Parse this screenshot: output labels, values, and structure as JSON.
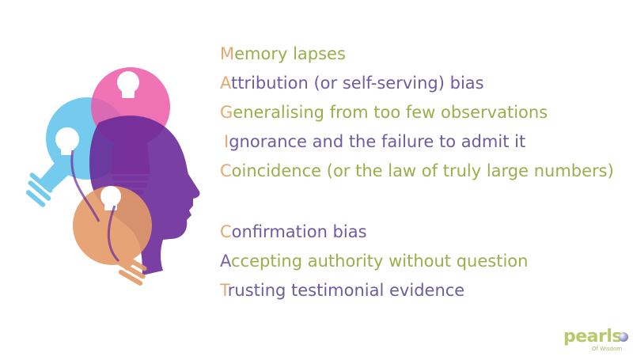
{
  "colors": {
    "initial_orange": "#e7a870",
    "initial_purple": "#7a62a8",
    "text_green": "#9aae4c",
    "text_purple": "#6e5ca0",
    "bulb_pink": "#ec5aa8",
    "bulb_blue": "#5ec3ea",
    "bulb_orange": "#e39a68",
    "head_purple": "#6a2a98",
    "logo_green": "#b8c86a",
    "logo_dot": "#8e8ec8"
  },
  "list": {
    "group1": [
      {
        "initial": "M",
        "rest": "emory lapses",
        "initial_color": "#e7a870",
        "text_color": "#9aae4c"
      },
      {
        "initial": "A",
        "rest": "ttribution (or self-serving) bias",
        "initial_color": "#e7a870",
        "text_color": "#6e5ca0"
      },
      {
        "initial": "G",
        "rest": "eneralising from too few observations",
        "initial_color": "#e7a870",
        "text_color": "#9aae4c"
      },
      {
        "initial": "I",
        "rest": "gnorance and the failure to admit it",
        "initial_color": "#e7a870",
        "text_color": "#6e5ca0"
      },
      {
        "initial": "C",
        "rest": "oincidence (or the law of truly large numbers)",
        "initial_color": "#e7a870",
        "text_color": "#9aae4c"
      }
    ],
    "group2": [
      {
        "initial": "C",
        "rest": "onfirmation bias",
        "initial_color": "#e7a870",
        "text_color": "#6e5ca0"
      },
      {
        "initial": "A",
        "rest": "ccepting authority without question",
        "initial_color": "#7a62a8",
        "text_color": "#9aae4c"
      },
      {
        "initial": "T",
        "rest": "rusting testimonial evidence",
        "initial_color": "#e7a870",
        "text_color": "#6e5ca0"
      }
    ]
  },
  "logo": {
    "word": "pearls",
    "tagline": "Of Wisdom"
  }
}
